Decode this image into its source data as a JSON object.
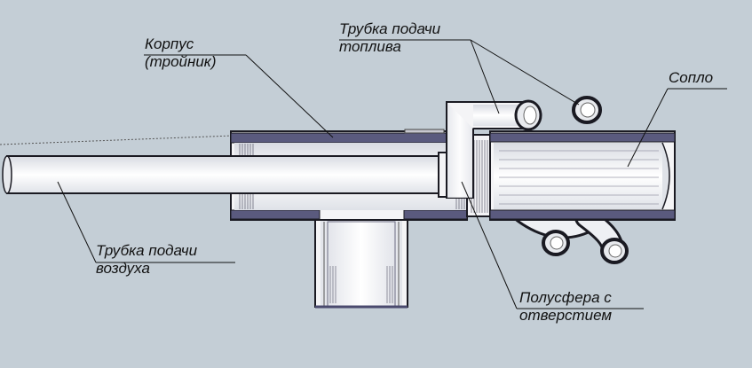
{
  "labels": {
    "body": {
      "line1": "Корпус",
      "line2": "(тройник)"
    },
    "fuel_tube": {
      "line1": "Трубка подачи",
      "line2": "топлива"
    },
    "nozzle": {
      "line1": "Сопло"
    },
    "air_tube": {
      "line1": "Трубка подачи",
      "line2": "воздуха"
    },
    "hemisphere": {
      "line1": "Полусфера с",
      "line2": "отверстием"
    }
  },
  "colors": {
    "background": "#c4ced6",
    "part_fill": "#f4f4f6",
    "outline": "#1a1a22",
    "wall": "#4a4a6e",
    "hemisphere": "#7a7cd6"
  }
}
